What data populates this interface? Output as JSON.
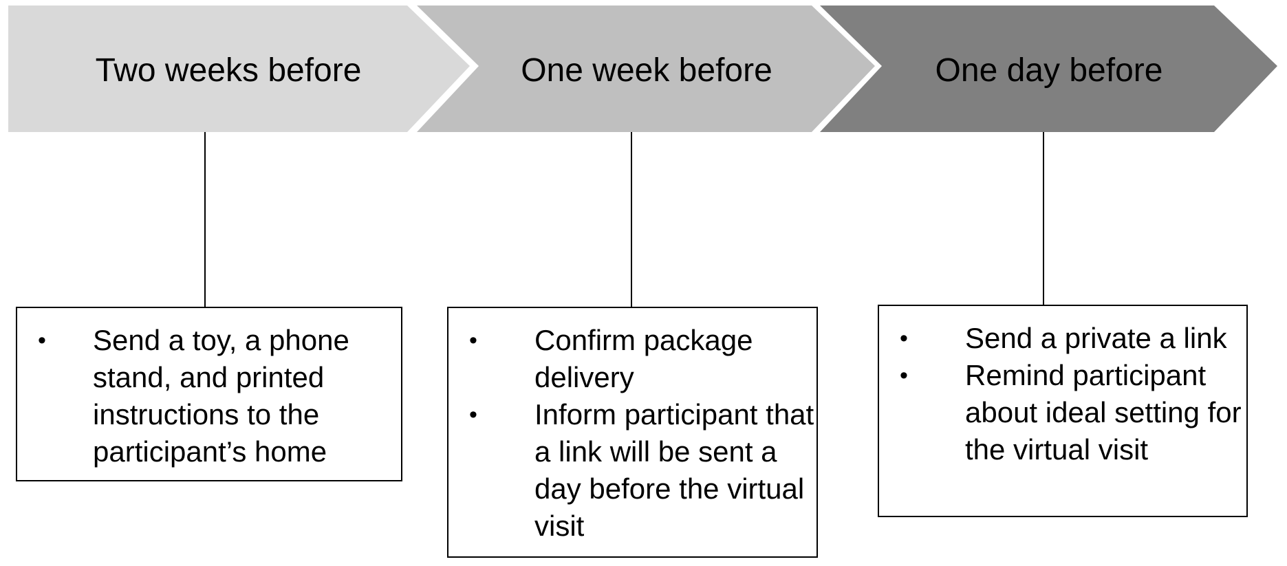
{
  "stages": [
    {
      "label": "Two weeks before",
      "fill": "#d9d9d9",
      "tasks": [
        "Send a toy, a phone stand, and printed instructions to the participant’s home"
      ]
    },
    {
      "label": "One week before",
      "fill": "#bfbfbf",
      "tasks": [
        "Confirm package delivery",
        "Inform participant that a link will be sent a day before the virtual visit"
      ]
    },
    {
      "label": "One day before",
      "fill": "#808080",
      "tasks": [
        "Send a private a link",
        "Remind participant about ideal setting for the virtual visit"
      ]
    }
  ],
  "bullet_char": "•",
  "line_color": "#000000"
}
